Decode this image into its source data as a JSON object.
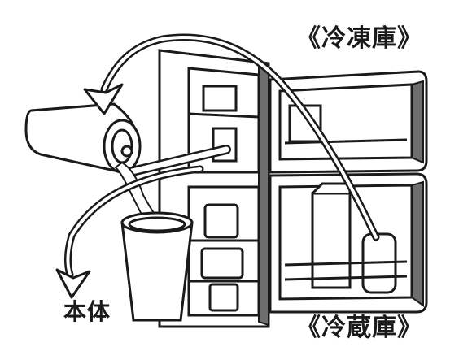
{
  "labels": {
    "freezer": "《冷凍庫》",
    "fridge": "《冷蔵庫》",
    "body": "本体"
  },
  "colors": {
    "ink": "#1a1a1a",
    "fill": "#ffffff",
    "shade": "#6e6e6e"
  },
  "icons": [
    "arrow-icon",
    "cup-icon",
    "bottle-icon"
  ]
}
